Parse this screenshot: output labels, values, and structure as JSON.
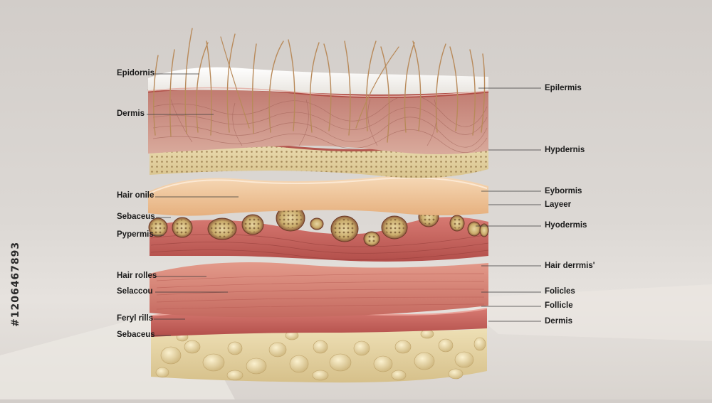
{
  "image_id_text": "#1206467893",
  "left_labels": [
    "Epidornis",
    "Dermis",
    "Hair onile",
    "Sebaceus",
    "Pypermis",
    "Hair rolles",
    "Selaccou",
    "Feryl rills",
    "Sebaceus"
  ],
  "right_labels": [
    "Epilermis",
    "Hypdernis",
    "Eybormis",
    "Layeer",
    "Hyodermis",
    "Hair derrmis'",
    "Folicles",
    "Follicle",
    "Dermis"
  ],
  "colors": {
    "background": "#d8d3cf",
    "epidermis_white": "#f4f2ee",
    "dermis_pink": "#c98f85",
    "fat_yellow": "#e2d2a6",
    "muscle_red": "#c4605a",
    "peach": "#efc49c"
  }
}
